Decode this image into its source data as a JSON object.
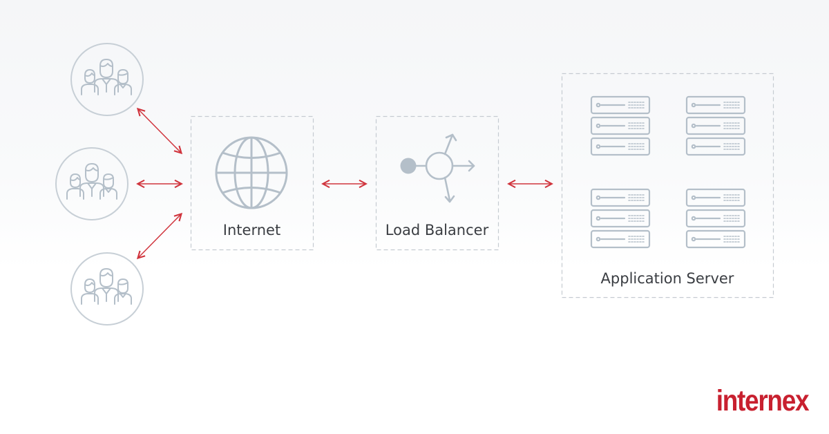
{
  "nodes": {
    "internet": {
      "label": "Internet"
    },
    "load_balancer": {
      "label": "Load Balancer"
    },
    "app_server": {
      "label": "Application Server"
    }
  },
  "users": [
    {
      "icon": "users-group-icon"
    },
    {
      "icon": "users-group-icon"
    },
    {
      "icon": "users-group-icon"
    }
  ],
  "server_count": 4,
  "icons": {
    "internet": "globe-icon",
    "load_balancer": "load-balancer-icon",
    "server": "server-rack-icon"
  },
  "brand": {
    "logo_text": "internex"
  },
  "colors": {
    "arrow": "#d0343d",
    "icon_stroke": "#b4bfc9",
    "box_dash": "#c5cbd1",
    "brand": "#c8202f",
    "text": "#3a3d42"
  }
}
